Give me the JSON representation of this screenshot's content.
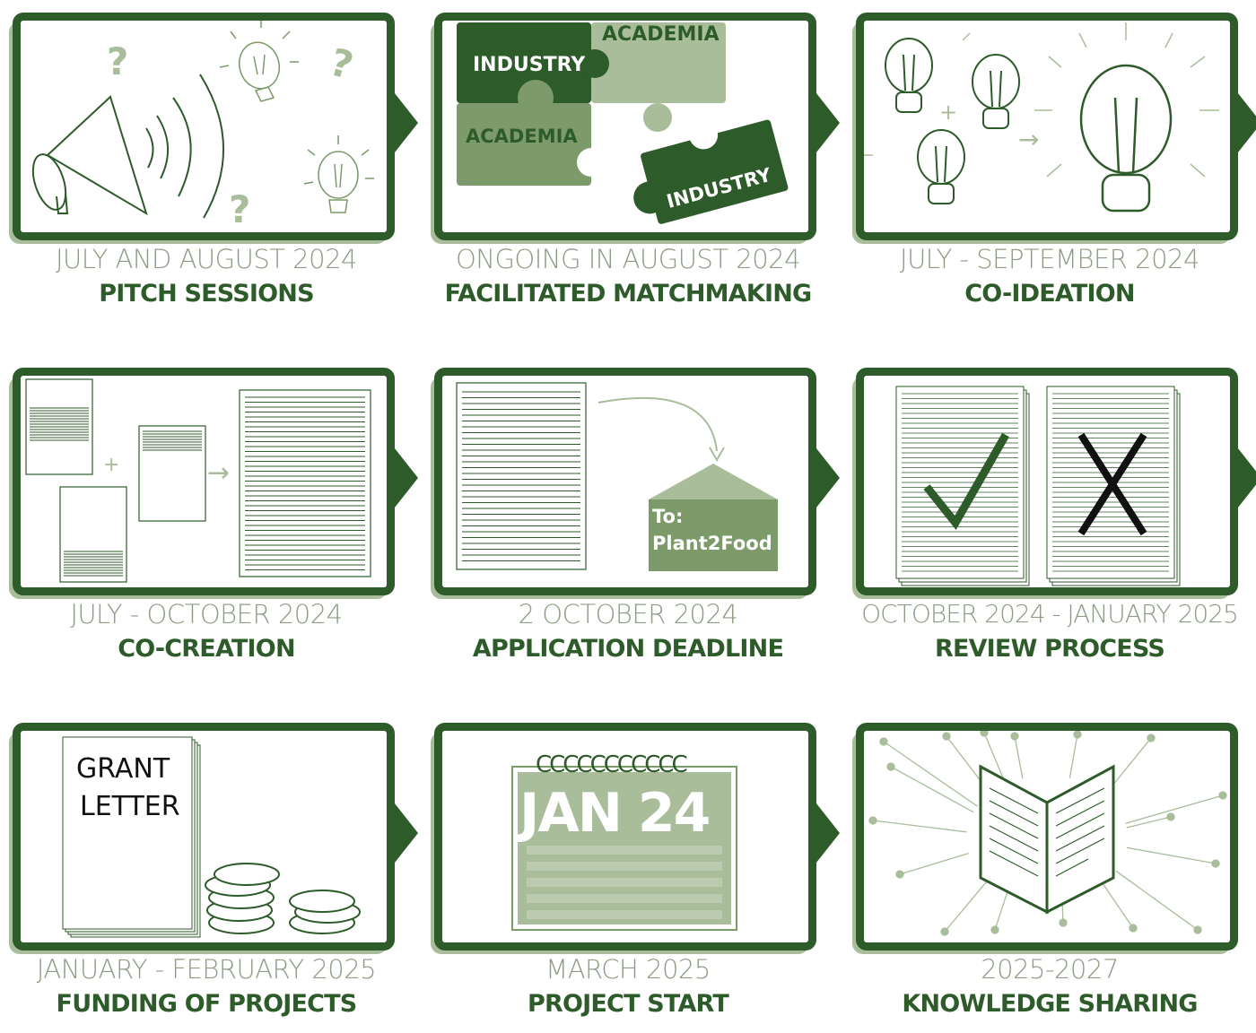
{
  "steps": [
    {
      "date": "JULY AND AUGUST 2024",
      "title": "PITCH SESSIONS"
    },
    {
      "date": "ONGOING IN AUGUST 2024",
      "title": "FACILITATED MATCHMAKING",
      "labels": {
        "industry_a": "INDUSTRY",
        "academia_a": "ACADEMIA",
        "academia_b": "ACADEMIA",
        "industry_b": "INDUSTRY"
      }
    },
    {
      "date": "JULY - SEPTEMBER 2024",
      "title": "CO-IDEATION"
    },
    {
      "date": "JULY - OCTOBER 2024",
      "title": "CO-CREATION"
    },
    {
      "date": "2 OCTOBER 2024",
      "title": "APPLICATION DEADLINE",
      "envelope": {
        "line1": "To:",
        "line2": "Plant2Food"
      }
    },
    {
      "date": "OCTOBER 2024 - JANUARY 2025",
      "title": "REVIEW PROCESS"
    },
    {
      "date": "JANUARY - FEBRUARY 2025",
      "title": "FUNDING OF PROJECTS",
      "letter": {
        "line1": "GRANT",
        "line2": "LETTER"
      }
    },
    {
      "date": "MARCH 2025",
      "title": "PROJECT START",
      "calendar": {
        "rings": "CCCCCCCCCCC",
        "date": "JAN 24"
      }
    },
    {
      "date": "2025-2027",
      "title": "KNOWLEDGE SHARING"
    }
  ],
  "colors": {
    "dark_green": "#2e5b2a",
    "mid_green": "#7d9a6a",
    "light_green": "#a9bd9a",
    "date_gray": "#8e9c86"
  }
}
